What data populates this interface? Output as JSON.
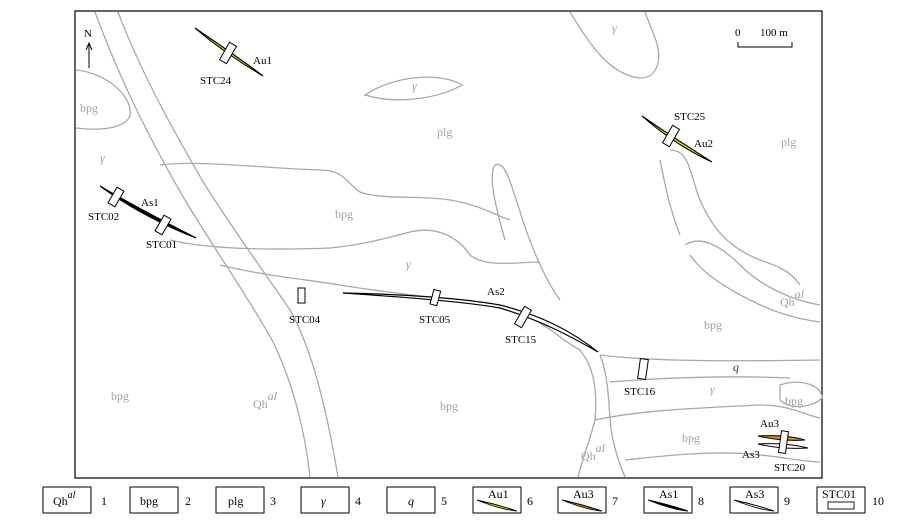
{
  "map": {
    "north": "N",
    "scale": {
      "start": "0",
      "end": "100 m"
    },
    "units": {
      "bpg_nw": "bpg",
      "gamma_w": "γ",
      "gamma_lens": "γ",
      "gamma_top": "γ",
      "plg_c": "plg",
      "plg_e": "plg",
      "bpg_band": "bpg",
      "gamma_band": "γ",
      "qh_e": "Qh",
      "qh_e_sup": "al",
      "bpg_e": "bpg",
      "q_e": "q",
      "gamma_e": "γ",
      "bpg_se": "bpg",
      "bpg_se2": "bpg",
      "bpg_sw": "bpg",
      "qh_c": "Qh",
      "qh_c_sup": "al",
      "bpg_s": "bpg",
      "qh_s": "Qh",
      "qh_s_sup": "al"
    },
    "orebodies": {
      "au1": "Au1",
      "au2": "Au2",
      "as1": "As1",
      "as2": "As2",
      "au3": "Au3",
      "as3": "As3"
    },
    "trenches": {
      "stc24": "STC24",
      "stc25": "STC25",
      "stc02": "STC02",
      "stc01": "STC01",
      "stc04": "STC04",
      "stc05": "STC05",
      "stc15": "STC15",
      "stc16": "STC16",
      "stc20": "STC20"
    },
    "colors": {
      "gold_fill": "#e9d61a",
      "arsenic_fill": "#000000",
      "au3_fill": "#e8851c",
      "boundary": "#a8a8a8"
    }
  },
  "legend": [
    {
      "symbol": "Qh",
      "sup": "al",
      "num": "1"
    },
    {
      "symbol": "bpg",
      "num": "2"
    },
    {
      "symbol": "plg",
      "num": "3"
    },
    {
      "symbol": "γ",
      "num": "4"
    },
    {
      "symbol": "q",
      "num": "5"
    },
    {
      "symbol": "Au1",
      "num": "6"
    },
    {
      "symbol": "Au3",
      "num": "7"
    },
    {
      "symbol": "As1",
      "num": "8"
    },
    {
      "symbol": "As3",
      "num": "9"
    },
    {
      "symbol": "STC01",
      "num": "10"
    }
  ]
}
